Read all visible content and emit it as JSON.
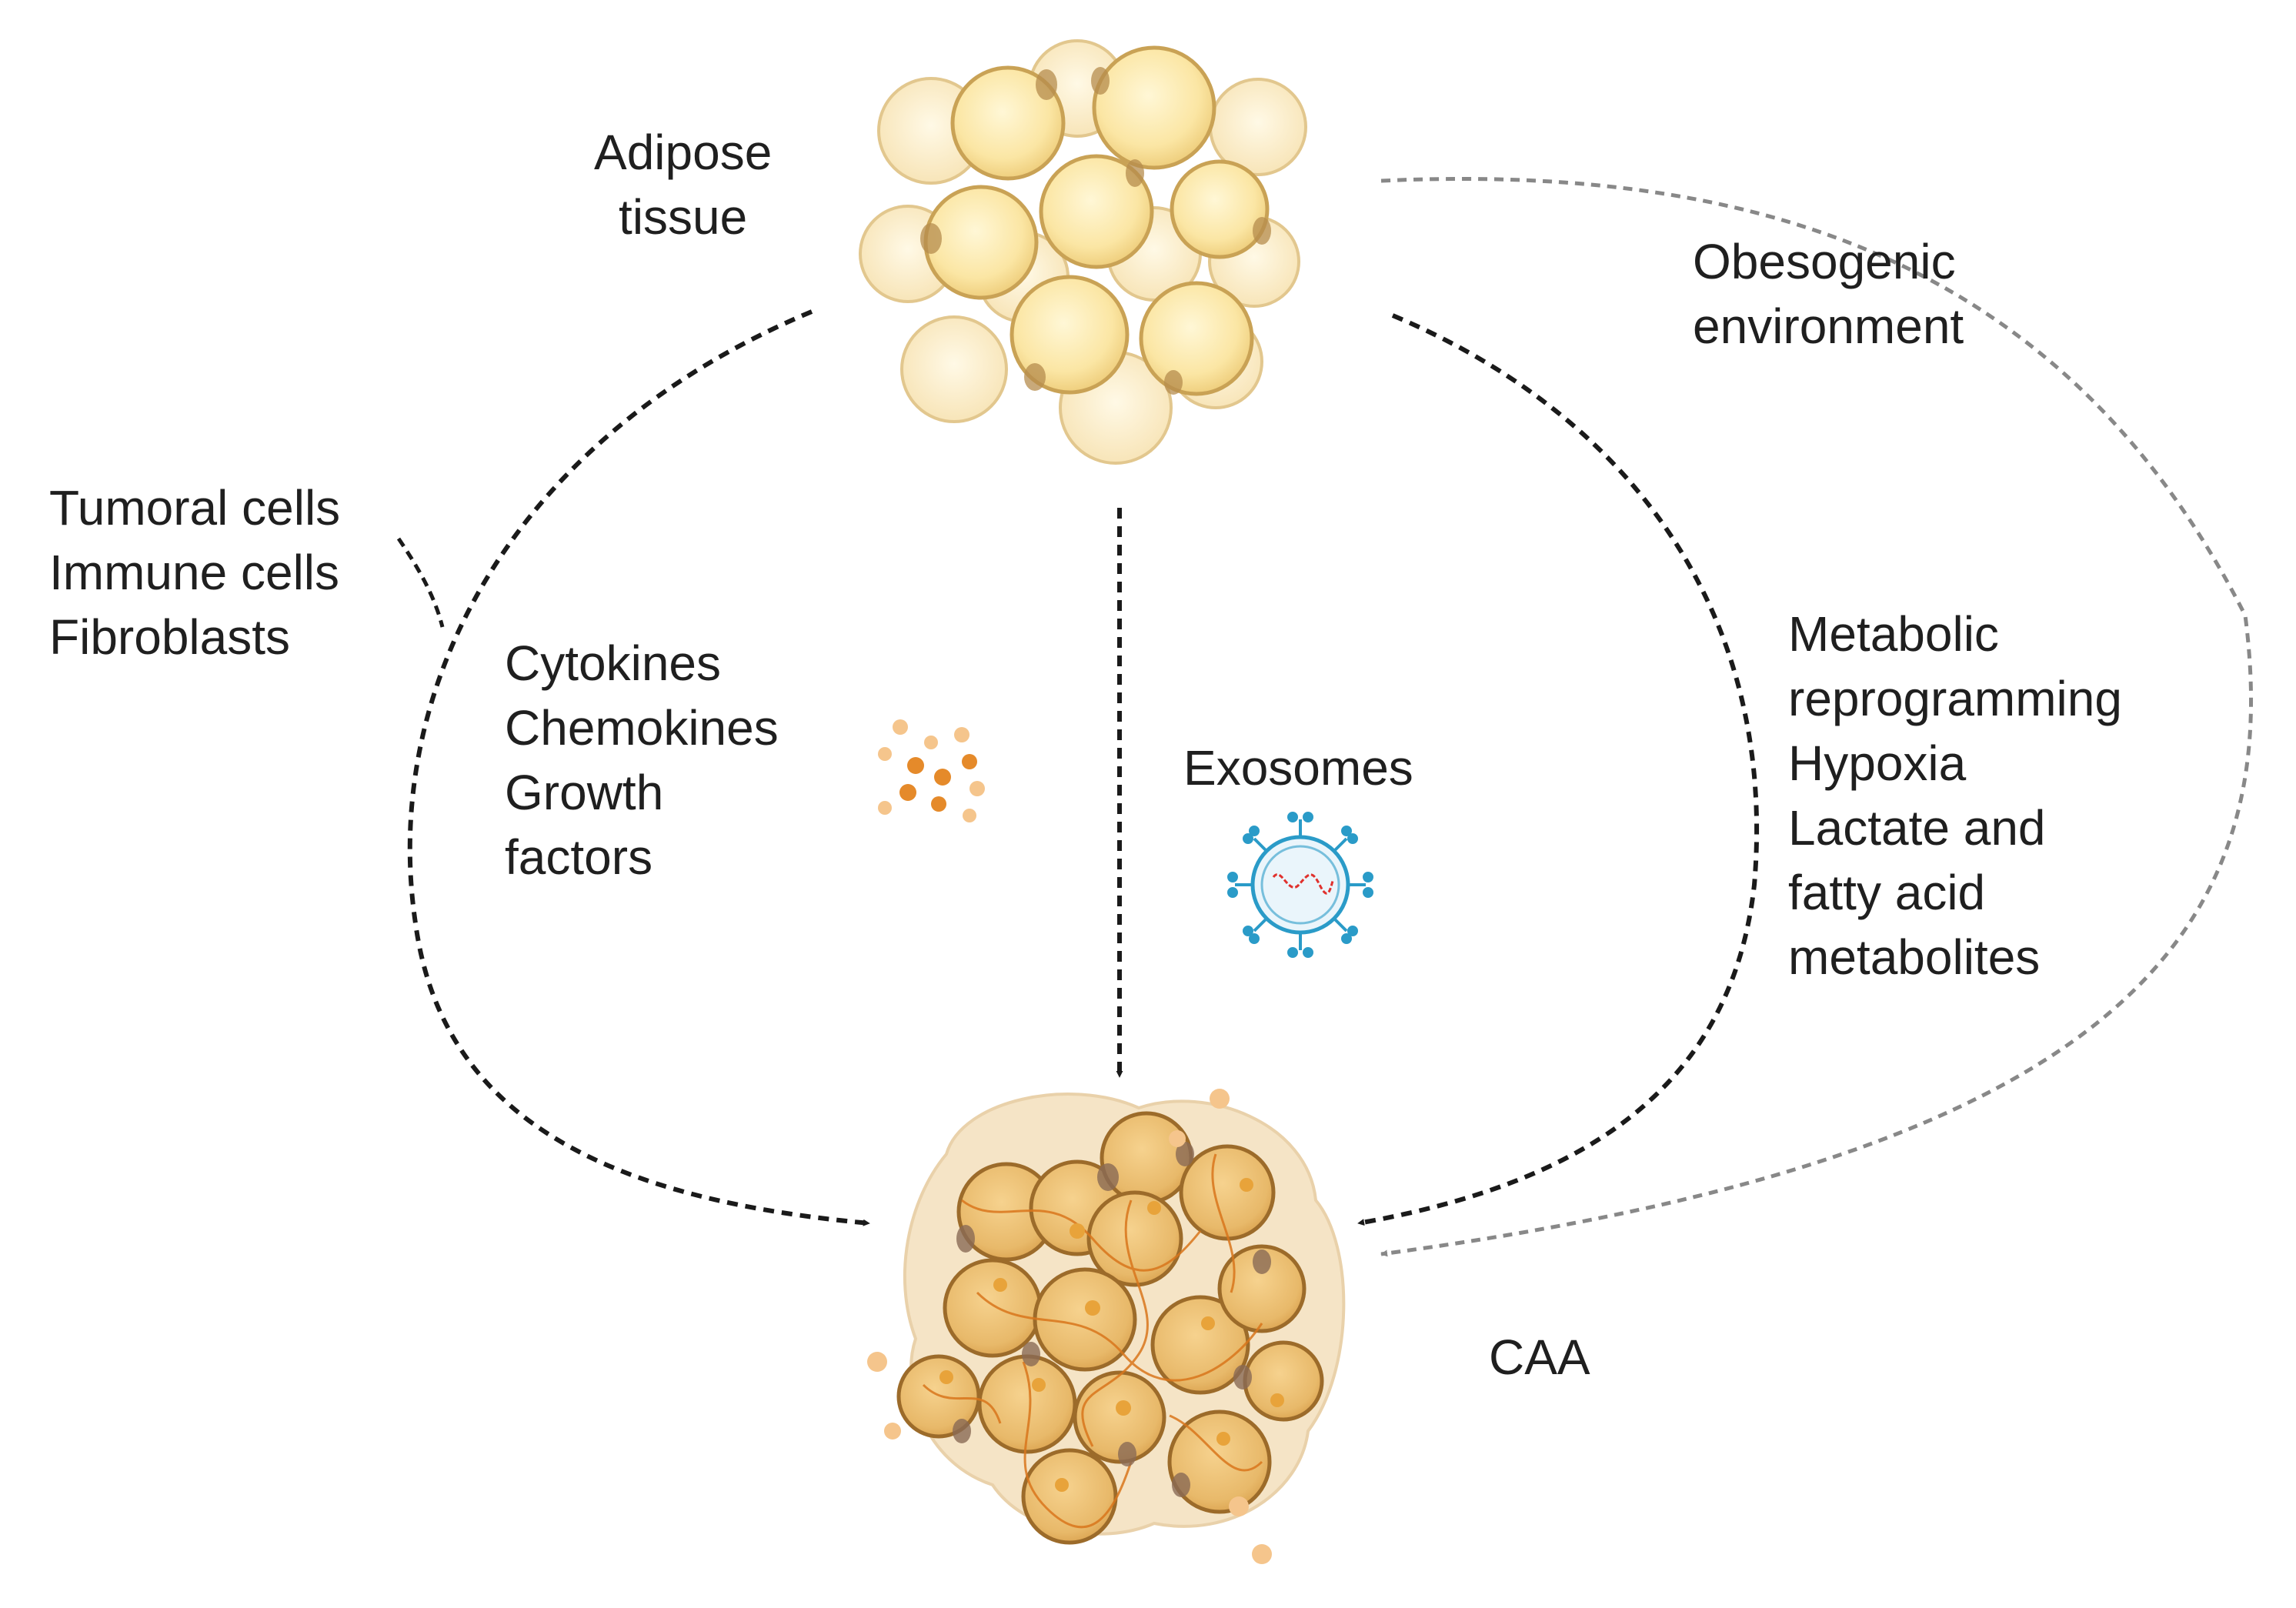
{
  "nodes": {
    "adipose": {
      "lines": [
        "Adipose",
        "tissue"
      ]
    },
    "caa": {
      "label": "CAA"
    }
  },
  "labels": {
    "stromal": {
      "lines": [
        "Tumoral cells",
        "Immune cells",
        "Fibroblasts"
      ]
    },
    "secreted": {
      "lines": [
        "Cytokines",
        "Chemokines",
        "Growth",
        "factors"
      ]
    },
    "exosomes": {
      "label": "Exosomes"
    },
    "metabolic": {
      "lines": [
        "Metabolic",
        "reprogramming",
        "Hypoxia",
        "Lactate and",
        "fatty acid",
        "metabolites"
      ]
    },
    "obesogenic": {
      "lines": [
        "Obesogenic",
        "environment"
      ]
    }
  },
  "colors": {
    "adipocyte_fill": "#FBE6A4",
    "adipocyte_stroke": "#C9A255",
    "caa_fill": "#E8B96A",
    "caa_stroke": "#9C6B2A",
    "caa_fiber": "#D9761C",
    "dot_orange": "#E58A2A",
    "dot_light": "#F5C58C",
    "exosome_blue": "#2A9BC8",
    "exosome_rna": "#E0312D",
    "arrow_dark": "#1a1a1a",
    "arrow_gray": "#888888"
  }
}
